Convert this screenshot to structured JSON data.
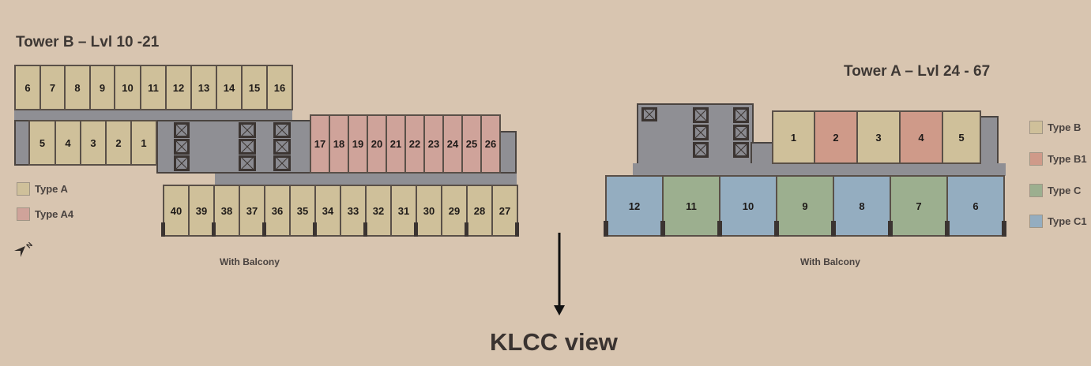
{
  "tower_b": {
    "title": "Tower B – Lvl 10 -21",
    "caption": "With Balcony",
    "top_row_units": [
      "6",
      "7",
      "8",
      "9",
      "10",
      "11",
      "12",
      "13",
      "14",
      "15",
      "16"
    ],
    "left_row_units": [
      "5",
      "4",
      "3",
      "2",
      "1"
    ],
    "a4_units": [
      "17",
      "18",
      "19",
      "20",
      "21",
      "22",
      "23",
      "24",
      "25",
      "26"
    ],
    "bottom_row_units": [
      "40",
      "39",
      "38",
      "37",
      "36",
      "35",
      "34",
      "33",
      "32",
      "31",
      "30",
      "29",
      "28",
      "27"
    ],
    "legend": [
      {
        "label": "Type A",
        "color": "#cfc09a"
      },
      {
        "label": "Type A4",
        "color": "#cfa39a"
      }
    ],
    "compass": "N"
  },
  "tower_a": {
    "title": "Tower A – Lvl 24 - 67",
    "caption": "With Balcony",
    "top_row_units": [
      {
        "num": "1",
        "type": "B"
      },
      {
        "num": "2",
        "type": "B1"
      },
      {
        "num": "3",
        "type": "B"
      },
      {
        "num": "4",
        "type": "B1"
      },
      {
        "num": "5",
        "type": "B"
      }
    ],
    "bottom_row_units": [
      {
        "num": "12",
        "type": "C1"
      },
      {
        "num": "11",
        "type": "C"
      },
      {
        "num": "10",
        "type": "C1"
      },
      {
        "num": "9",
        "type": "C"
      },
      {
        "num": "8",
        "type": "C1"
      },
      {
        "num": "7",
        "type": "C"
      },
      {
        "num": "6",
        "type": "C1"
      }
    ],
    "legend": [
      {
        "label": "Type B",
        "color": "#cfc09a"
      },
      {
        "label": "Type B1",
        "color": "#cf9a89"
      },
      {
        "label": "Type C",
        "color": "#9caf8f"
      },
      {
        "label": "Type C1",
        "color": "#94adc0"
      }
    ]
  },
  "view": {
    "label": "KLCC view",
    "arrow": "down-arrow"
  }
}
